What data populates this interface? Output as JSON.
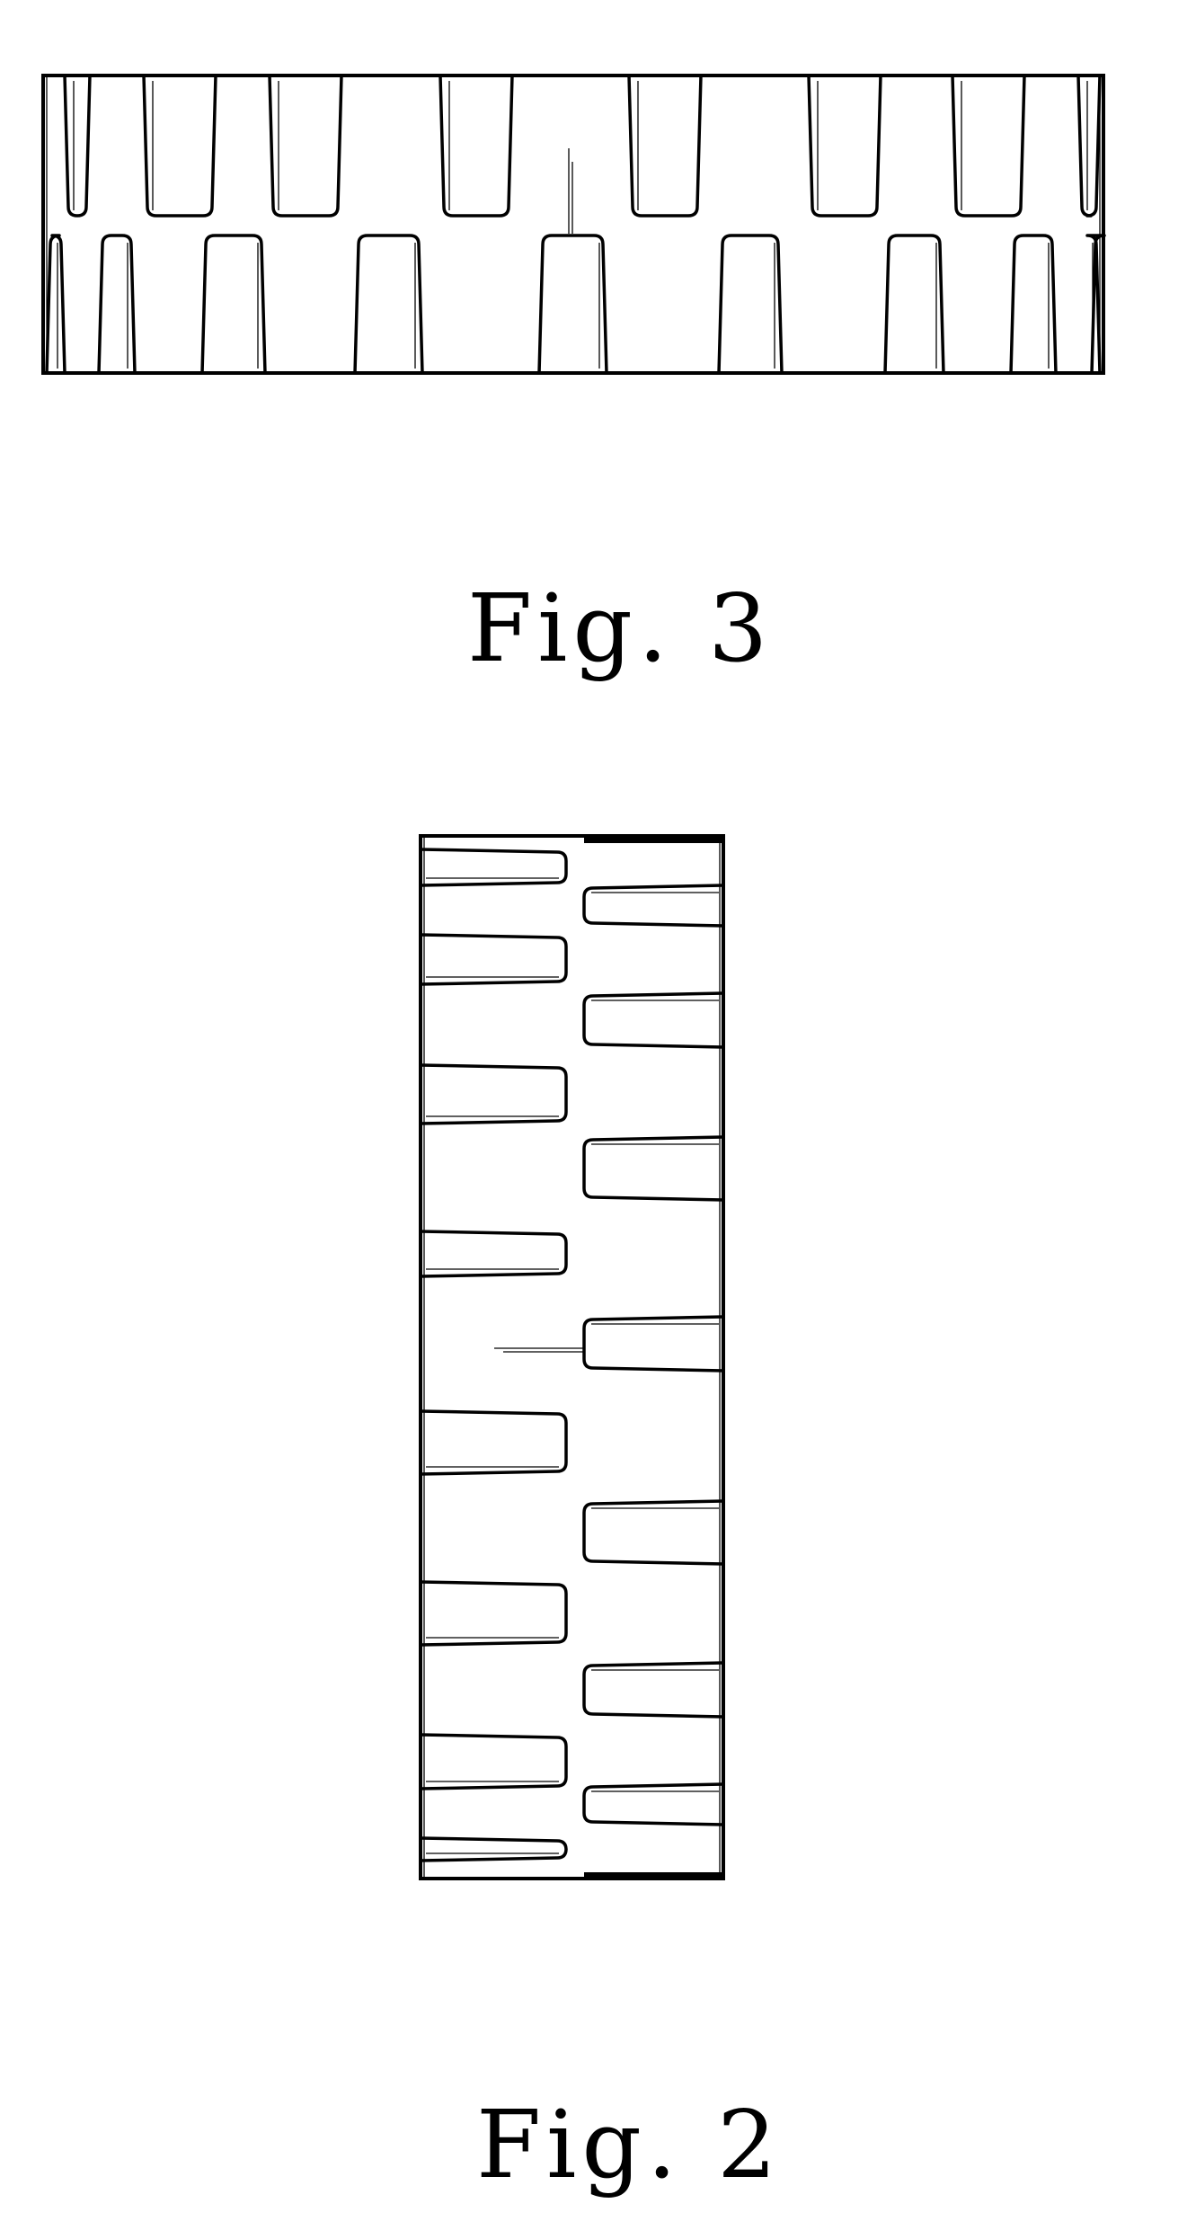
{
  "figures": [
    {
      "id": "fig3",
      "caption": "Fig. 3"
    },
    {
      "id": "fig2",
      "caption": "Fig. 2"
    }
  ]
}
